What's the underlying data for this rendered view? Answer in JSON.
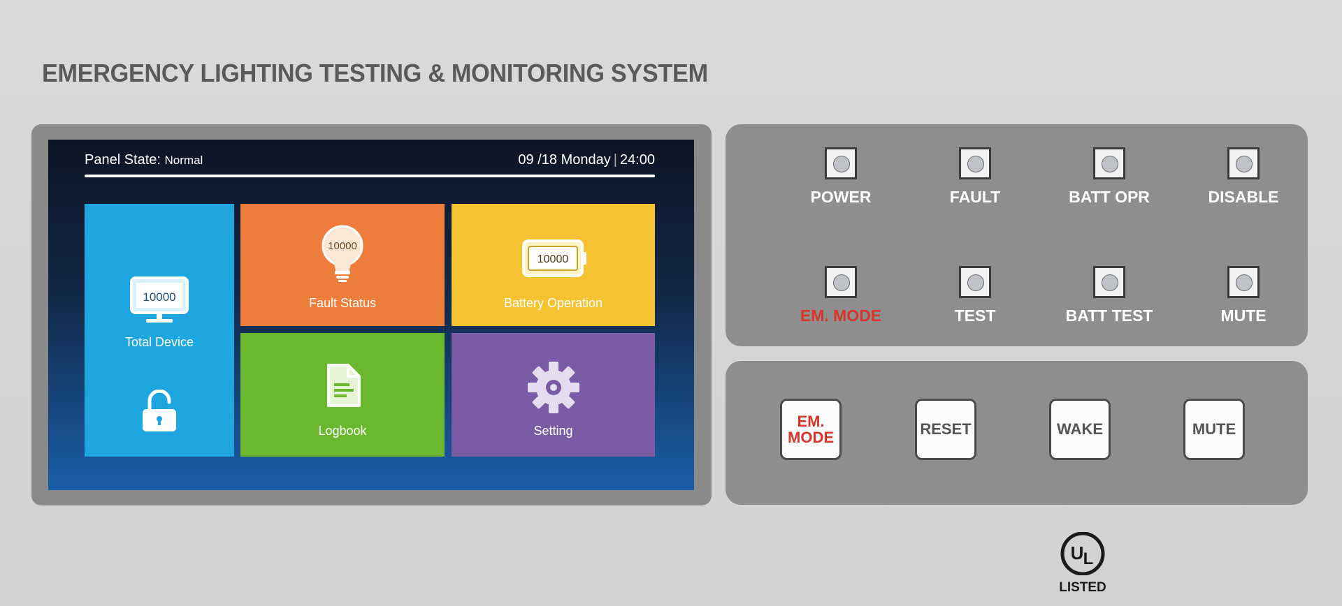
{
  "title": "EMERGENCY LIGHTING TESTING & MONITORING SYSTEM",
  "screen": {
    "panel_state_label": "Panel State:",
    "panel_state_value": "Normal",
    "date": "09 /18",
    "day": "Monday",
    "separator": "|",
    "time": "24:00",
    "tiles": {
      "total_device": {
        "label": "Total Device",
        "count": "10000",
        "icon": "monitor-icon",
        "color": "#1da6e0"
      },
      "lock": {
        "icon": "unlock-icon"
      },
      "fault_status": {
        "label": "Fault Status",
        "count": "10000",
        "icon": "lightbulb-icon",
        "color": "#ee7d3b"
      },
      "battery_operation": {
        "label": "Battery Operation",
        "count": "10000",
        "icon": "battery-icon",
        "color": "#f5c331"
      },
      "logbook": {
        "label": "Logbook",
        "icon": "document-icon",
        "color": "#6bb82e"
      },
      "setting": {
        "label": "Setting",
        "icon": "gear-icon",
        "color": "#7b5aa6"
      }
    }
  },
  "indicators": [
    {
      "label": "POWER"
    },
    {
      "label": "FAULT"
    },
    {
      "label": "BATT OPR"
    },
    {
      "label": "DISABLE"
    },
    {
      "label": "EM. MODE",
      "color": "#d8352a"
    },
    {
      "label": "TEST"
    },
    {
      "label": "BATT TEST"
    },
    {
      "label": "MUTE"
    }
  ],
  "buttons": {
    "em_mode_line1": "EM.",
    "em_mode_line2": "MODE",
    "reset": "RESET",
    "wake": "WAKE",
    "mute": "MUTE"
  },
  "certification": {
    "icon": "ul-logo-icon",
    "text": "LISTED"
  }
}
